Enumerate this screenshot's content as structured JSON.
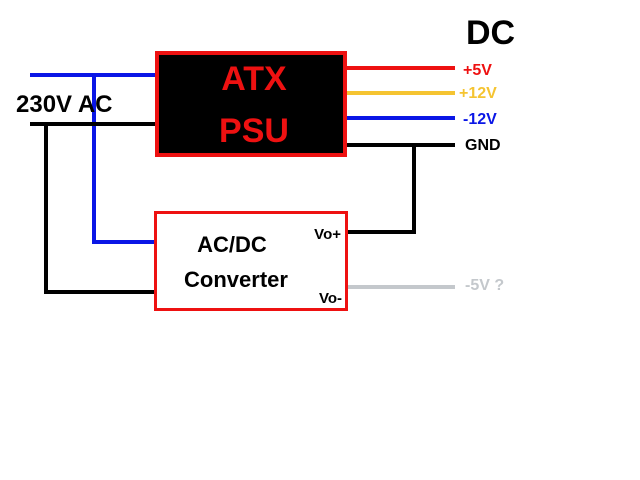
{
  "diagram": {
    "input_label": "230V AC",
    "output_header": "DC",
    "psu": {
      "line1": "ATX",
      "line2": "PSU"
    },
    "converter": {
      "line1": "AC/DC",
      "line2": "Converter",
      "vo_plus": "Vo+",
      "vo_minus": "Vo-"
    },
    "outputs": [
      {
        "label": "+5V",
        "color": "#ee1111"
      },
      {
        "label": "+12V",
        "color": "#f5c431"
      },
      {
        "label": "-12V",
        "color": "#0a16e6"
      },
      {
        "label": "GND",
        "color": "#000000"
      }
    ],
    "extra_output": {
      "label": "-5V ?",
      "color": "#c4c8cc"
    },
    "colors": {
      "box_border": "#ee1111",
      "psu_fill": "#000000",
      "psu_text": "#ee1111",
      "ac_live": "#0a16e6",
      "ac_neutral": "#000000"
    }
  }
}
